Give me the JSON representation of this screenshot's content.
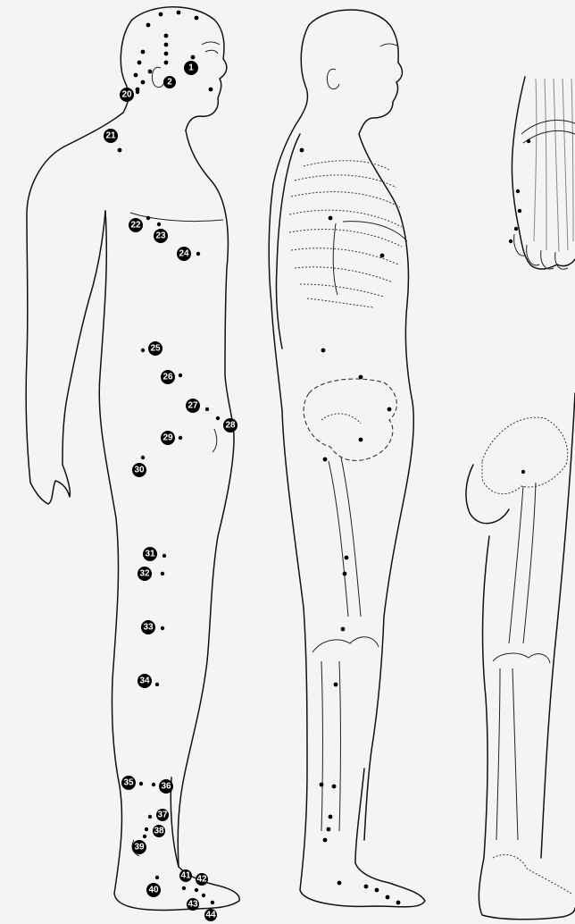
{
  "figure": {
    "subject": "acupuncture points along the lateral side of the body, with skeletal and foot detail views",
    "marker_color": "#000000",
    "label_text_color": "#ffffff",
    "background_color": "#f4f4f2"
  },
  "point_labels": [
    "1",
    "2",
    "20",
    "21",
    "22",
    "23",
    "24",
    "25",
    "26",
    "27",
    "28",
    "29",
    "30",
    "31",
    "32",
    "33",
    "34",
    "35",
    "36",
    "37",
    "38",
    "39",
    "40",
    "41",
    "42",
    "43",
    "44"
  ]
}
